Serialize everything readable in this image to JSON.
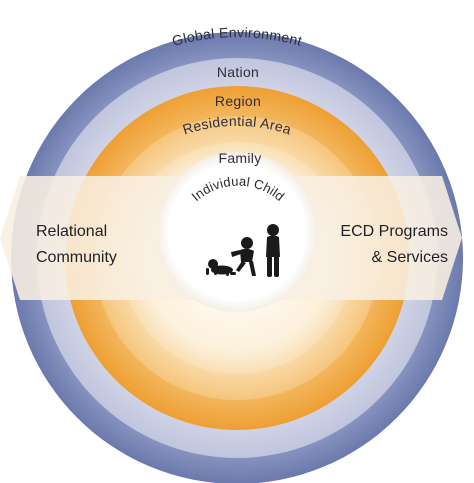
{
  "layers": {
    "global": "Global Environment",
    "nation": "Nation",
    "region": "Region",
    "residential": "Residential Area",
    "family": "Family",
    "child": "Individual Child"
  },
  "side": {
    "left_line1": "Relational",
    "left_line2": "Community",
    "right_line1": "ECD Programs",
    "right_line2": "& Services"
  },
  "colors": {
    "outer_blue": "#6f7fb1",
    "light_blue": "#c9cfe6",
    "orange": "#f0a33b",
    "pale_orange": "#fbe3bd",
    "band": "#f7efe2"
  },
  "icons": [
    "crawling-baby-icon",
    "toddler-icon",
    "standing-child-icon"
  ]
}
